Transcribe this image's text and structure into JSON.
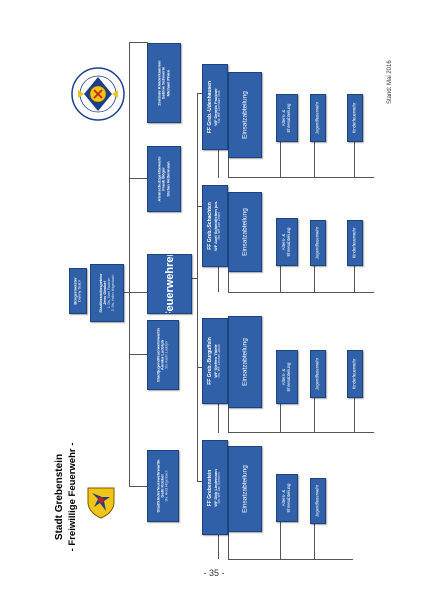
{
  "titles": {
    "line1": "Stadt Grebenstein",
    "line2": "- Freiwillige Feuerwehr -"
  },
  "page_number": "- 35 -",
  "stand": "Stand: Mai 2016",
  "buergermeister": {
    "title": "Bürgermeister",
    "name": "Danny Sutor"
  },
  "stadtbrandinspektor": {
    "title": "Stadtbrandinspektor",
    "name": "Jens Gimbel",
    "sub1": "1. Stv. Sven Paukner",
    "sub2": "2. Stv. Volker Hilgenbach"
  },
  "feuerwehren": {
    "title": "Feuerwehren"
  },
  "kinderfeuerwehrwartin": {
    "title": "Stadtkinderfeuerwehrwartin",
    "name": "Gabi Kückel",
    "sub": "Stv. Heidi Hilgenbach"
  },
  "jugendfeuerwehrwartin": {
    "title": "Stadtjugendfeuerwehrwartin",
    "name": "Annika Ludolph",
    "sub": "Stv. Karim Ludolph"
  },
  "atemschutz": {
    "title": "Atemschutzgerätewarte",
    "name1": "Frank Böger",
    "name2": "Stefan Vettermann"
  },
  "zentrale": {
    "title": "Zentrale Kleiderkammer",
    "name1": "Sabine Schmerle",
    "name2": "Michael Phieo"
  },
  "wehren": [
    {
      "title": "FF Grebenstein",
      "wf": "WF Dirk Lindemann",
      "stv": "Stv. WF Jan Siemens"
    },
    {
      "title": "FF Greb.-Burguffeln",
      "wf": "WF Steffen Thiele",
      "stv": "Stv. WF Lennart Jakob"
    },
    {
      "title": "FF Greb.-Schachten",
      "wf": "WF Axel Schmidtchen jun.",
      "stv": "Stv. WF Jan Zeidel"
    },
    {
      "title": "FF Greb.-Udenhausen",
      "wf": "WF Dennis Paukner",
      "stv": "Stv. WF Christian Stoll"
    }
  ],
  "sub_units": {
    "einsatz": "Einsatzabteilung",
    "alters": "Alters- & Ehrenabteilung",
    "jugend": "Jugendfeuerwehr",
    "kinder": "Kinderfeuerwehr"
  },
  "logos": {
    "stadt_wappen": "Grebenstein coat of arms",
    "feuerwehr_emblem": "Feuerwehr Grebenstein emblem"
  },
  "colors": {
    "box": "#2f60a8",
    "box_border": "#1d4280",
    "lines": "#555555"
  }
}
